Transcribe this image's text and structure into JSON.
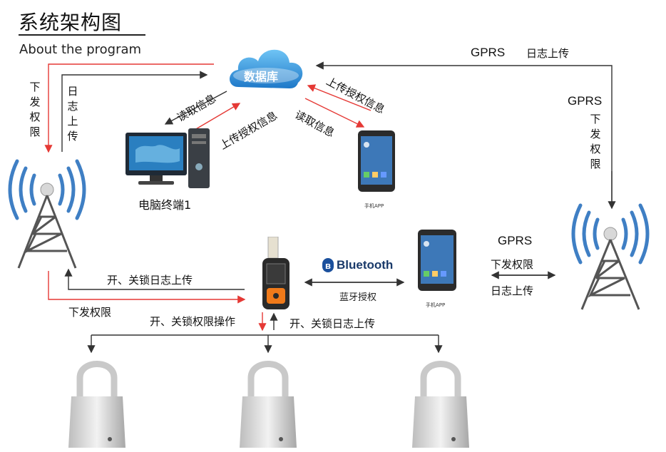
{
  "header": {
    "title": "系统架构图",
    "subtitle": "About the program"
  },
  "cloud": {
    "label": "数据库"
  },
  "computer": {
    "label": "电脑终端1"
  },
  "phone_top": {
    "caption": "手机APP"
  },
  "phone_mid": {
    "caption": "手机APP"
  },
  "bluetooth": {
    "logo_text": "Bluetooth",
    "badge": "ʙ",
    "caption": "蓝牙授权"
  },
  "labels": {
    "left_down_perm": "下发权限",
    "left_log_upload": "日志上传",
    "pc_read_info": "读取信息",
    "pc_upload_auth": "上传授权信息",
    "app_upload_auth": "上传授权信息",
    "app_read_info": "读取信息",
    "top_gprs": "GPRS",
    "top_log_upload": "日志上传",
    "right_gprs": "GPRS",
    "right_down_perm": "下发权限",
    "open_close_log_upload_left": "开、关锁日志上传",
    "bottom_down_perm": "下发权限",
    "open_close_perm_op": "开、关锁权限操作",
    "open_close_log_upload_mid": "开、关锁日志上传",
    "mid_gprs": "GPRS",
    "mid_down_perm": "下发权限",
    "mid_log_upload": "日志上传"
  },
  "colors": {
    "red_arrow": "#e53935",
    "dark_arrow": "#333333",
    "cloud_blue": "#2c8fd6",
    "tower_blue": "#3f7fc4"
  }
}
